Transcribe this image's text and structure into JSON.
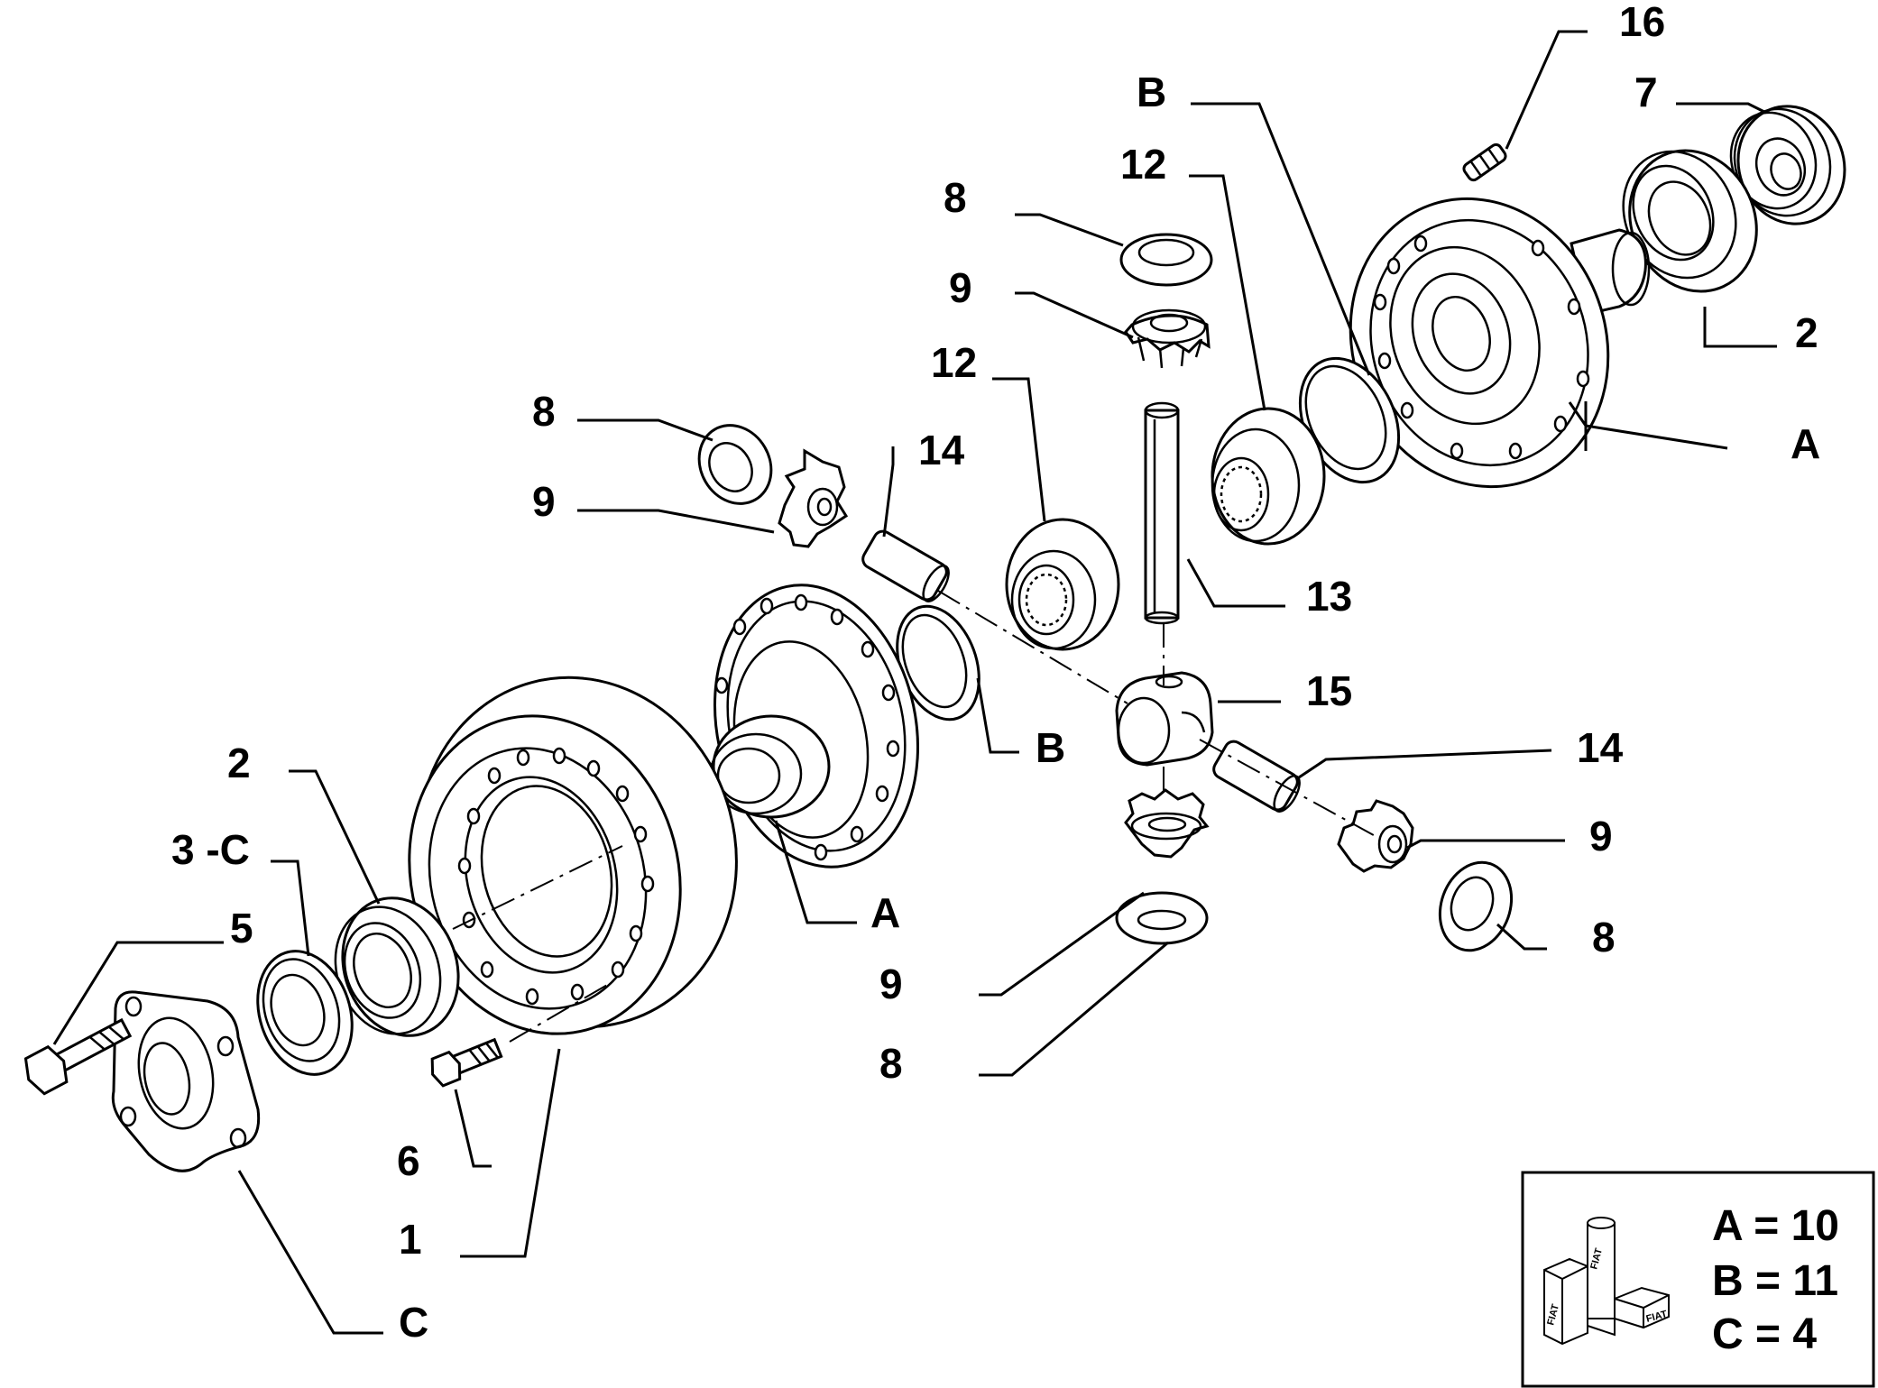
{
  "callouts": {
    "c16": "16",
    "cB_top": "B",
    "c7": "7",
    "c12_top": "12",
    "c8_top": "8",
    "c9_top": "9",
    "c2_right": "2",
    "c12_mid": "12",
    "cA_right": "A",
    "c8_left": "8",
    "c14_top": "14",
    "c9_left": "9",
    "c13": "13",
    "c15": "15",
    "cB_mid": "B",
    "c14_right": "14",
    "c2_left": "2",
    "c3C": "3 -C",
    "cA_mid": "A",
    "c9_right": "9",
    "c5": "5",
    "c9_bottom": "9",
    "c8_right": "8",
    "c8_bottom": "8",
    "c6": "6",
    "c1": "1",
    "cC": "C"
  },
  "legend": {
    "line_a": "A = 10",
    "line_b": "B = 11",
    "line_c": "C = 4",
    "icon_text": "FIAT",
    "icon": "fiat-kit-boxes-icon"
  }
}
